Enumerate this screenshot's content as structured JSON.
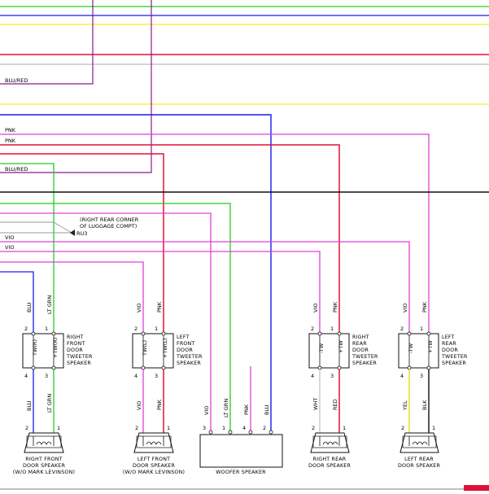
{
  "wires": {
    "top_blu_red": "BLU/RED",
    "pnk_1": "PNK",
    "pnk_2": "PNK",
    "mid_blu_red": "BLU/RED",
    "vio_1": "VIO",
    "vio_2": "VIO",
    "blu_pin": "BLU",
    "lt_grn_pin": "LT GRN"
  },
  "ground": {
    "note_line1": "(RIGHT REAR CORNER",
    "note_line2": "OF LUGGAGE COMPT)",
    "id": "RU3"
  },
  "tweeters": [
    {
      "name": "RIGHT FRONT DOOR TWEETER SPEAKER",
      "line1": "RIGHT",
      "line2": "FRONT",
      "line3": "DOOR",
      "line4": "TWEETER",
      "line5": "SPEAKER",
      "in_left": "BLU",
      "in_right": "LT GRN",
      "out_left": "BLU",
      "out_right": "LT GRN",
      "pin_tl": "2",
      "pin_tr": "1",
      "pin_bl": "4",
      "pin_br": "3",
      "term_left": "TW(R)",
      "term_right": "+TW(R)",
      "minus": "-",
      "plus": "+"
    },
    {
      "name": "LEFT FRONT DOOR TWEETER SPEAKER",
      "line1": "LEFT",
      "line2": "FRONT",
      "line3": "DOOR",
      "line4": "TWEETER",
      "line5": "SPEAKER",
      "in_left": "VIO",
      "in_right": "PNK",
      "out_left": "VIO",
      "out_right": "PNK",
      "pin_tl": "2",
      "pin_tr": "1",
      "pin_bl": "4",
      "pin_br": "3",
      "term_left": "TW(L)",
      "term_right": "+TW(L)",
      "minus": "-",
      "plus": "+"
    },
    {
      "name": "RIGHT REAR DOOR TWEETER SPEAKER",
      "line1": "RIGHT",
      "line2": "REAR",
      "line3": "DOOR",
      "line4": "TWEETER",
      "line5": "SPEAKER",
      "in_left": "VIO",
      "in_right": "PNK",
      "out_left": "WHT",
      "out_right": "RED",
      "pin_tl": "2",
      "pin_tr": "1",
      "pin_bl": "4",
      "pin_br": "3",
      "term_left": "-TW",
      "term_right": "+TW",
      "minus": "-",
      "plus": "+"
    },
    {
      "name": "LEFT REAR DOOR TWEETER SPEAKER",
      "line1": "LEFT",
      "line2": "REAR",
      "line3": "DOOR",
      "line4": "TWEETER",
      "line5": "SPEAKER",
      "in_left": "VIO",
      "in_right": "PNK",
      "out_left": "YEL",
      "out_right": "BLK",
      "pin_tl": "2",
      "pin_tr": "1",
      "pin_bl": "4",
      "pin_br": "3",
      "term_left": "-TW",
      "term_right": "+TW",
      "minus": "-",
      "plus": "+"
    }
  ],
  "speakers": [
    {
      "line1": "RIGHT FRONT",
      "line2": "DOOR SPEAKER",
      "line3": "(W/O MARK LEVINSON)",
      "pin_l": "2",
      "pin_r": "1"
    },
    {
      "line1": "LEFT FRONT",
      "line2": "DOOR SPEAKER",
      "line3": "(W/O MARK LEVINSON)",
      "pin_l": "2",
      "pin_r": "1"
    },
    {
      "line1": "RIGHT REAR",
      "line2": "DOOR SPEAKER",
      "line3": "",
      "pin_l": "2",
      "pin_r": "1"
    },
    {
      "line1": "LEFT REAR",
      "line2": "DOOR SPEAKER",
      "line3": "",
      "pin_l": "2",
      "pin_r": "1"
    }
  ],
  "woofer": {
    "label": "WOOFER SPEAKER",
    "pins": [
      "3",
      "1",
      "4",
      "2"
    ],
    "wires": [
      "VIO",
      "LT GRN",
      "PNK",
      "BLU"
    ]
  },
  "colors": {
    "green": "#22cc22",
    "blue": "#1a1aee",
    "yellow": "#f2ee2a",
    "red": "#e0103a",
    "magenta": "#e040d8",
    "violet": "#8a1a8a",
    "gray": "#999999",
    "black": "#111111",
    "white_wire": "#cfcfcf",
    "yel_wire": "#f0e030"
  }
}
